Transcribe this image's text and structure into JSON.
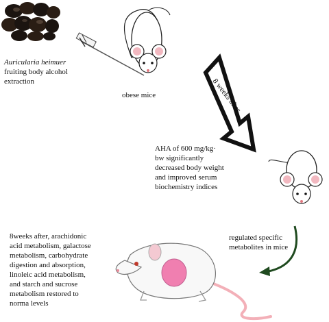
{
  "specimen": {
    "species": "Auricularia heimuer",
    "extraction_text": "fruiting body  alcohol\nextraction"
  },
  "labels": {
    "obese_mice": "obese mice",
    "duration": "8 weeks after",
    "result_text": "AHA of 600 mg/kg·\nbw significantly\ndecreased body weight\nand improved serum\nbiochemistry indices",
    "regulation_text": "regulated specific\nmetabolites in mice",
    "metabolism_text": "8weeks after, arachidonic\nacid metabolism, galactose\nmetabolism, carbohydrate\ndigestion and absorption,\nlinoleic acid metabolism,\nand starch and sucrose\nmetabolism restored to\nnorma levels"
  },
  "icons": [
    "mushroom-pile-icon",
    "syringe-icon",
    "mouse-icon",
    "arrow-icon",
    "rat-icon"
  ],
  "colors": {
    "curved_arrow": "#1f4a1f",
    "mouse_ear": "#f2b8c0",
    "rat_ear": "#f07fb0",
    "rat_tail": "#f3b0b8",
    "mushroom": "#1b1410"
  }
}
